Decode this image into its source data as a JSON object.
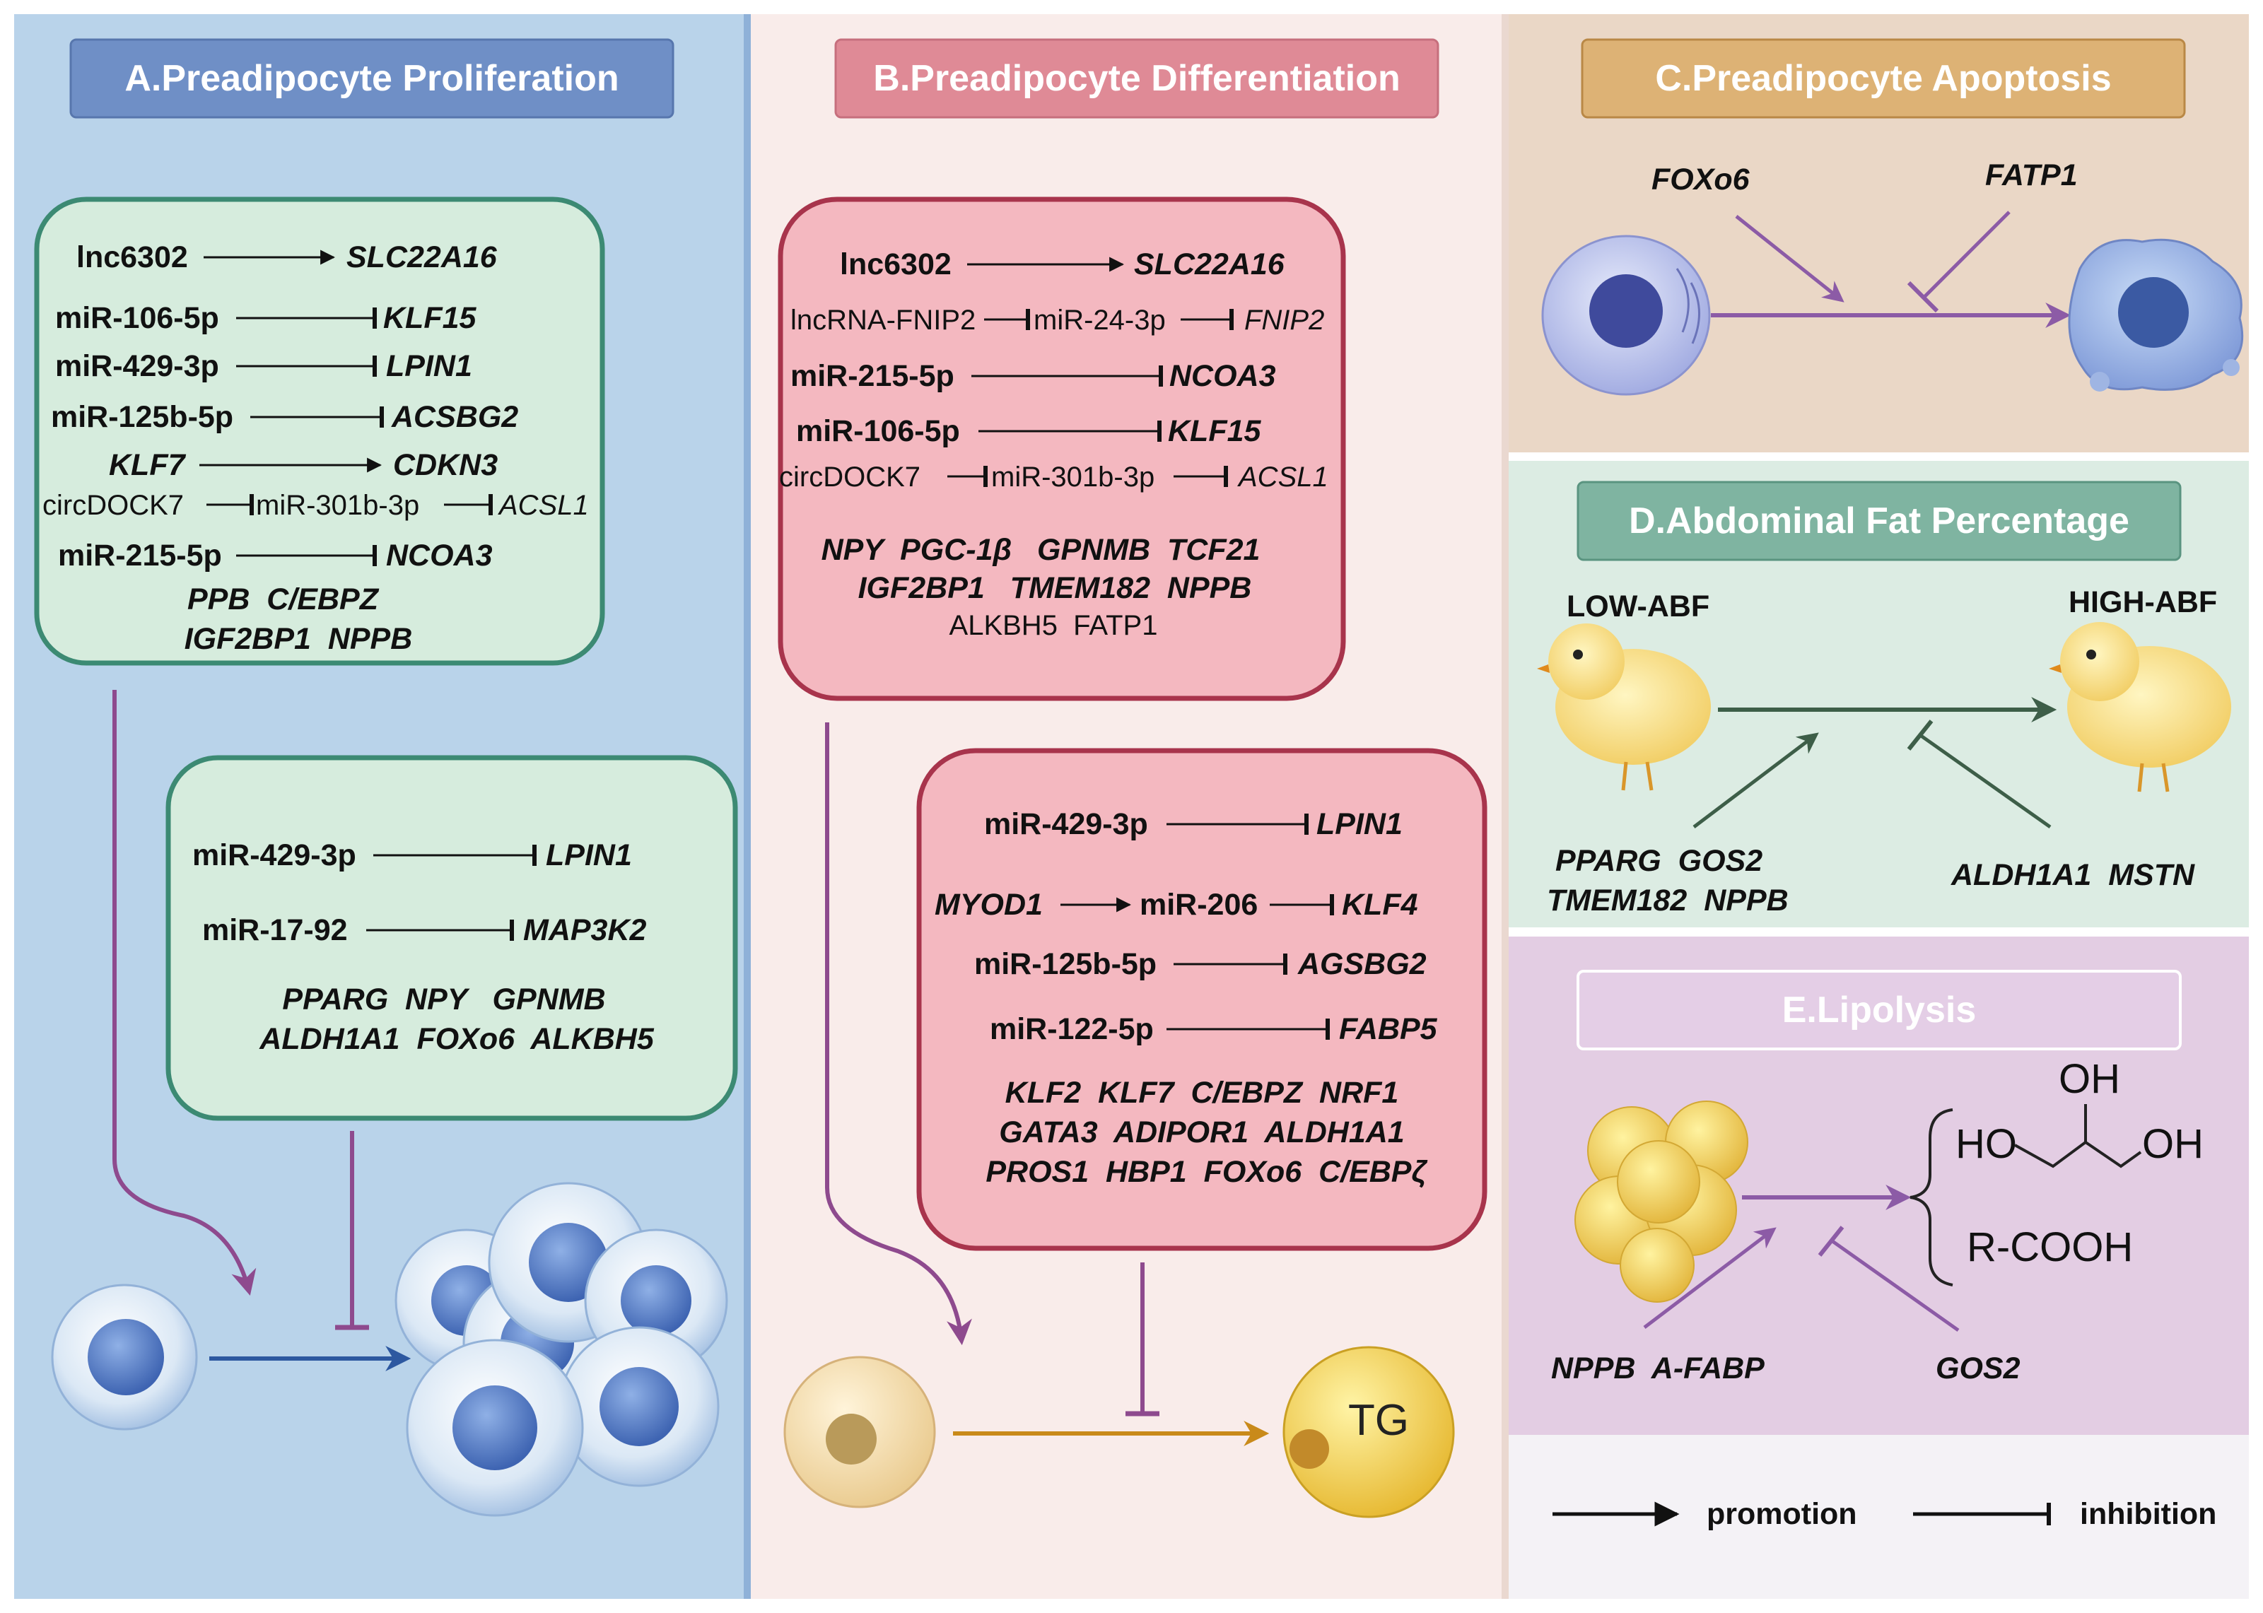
{
  "panels": {
    "a": {
      "title": "A.Preadipocyte Proliferation",
      "box1": {
        "rows": [
          {
            "from": "lnc6302",
            "to": "SLC22A16"
          },
          {
            "from": "miR-106-5p",
            "to": "KLF15"
          },
          {
            "from": "miR-429-3p",
            "to": "LPIN1"
          },
          {
            "from": "miR-125b-5p",
            "to": "ACSBG2"
          },
          {
            "from": "KLF7",
            "to": "CDKN3"
          },
          {
            "from": "circDOCK7",
            "mid": "miR-301b-3p",
            "to": "ACSL1"
          },
          {
            "from": "miR-215-5p",
            "to": "NCOA3"
          }
        ],
        "genes": [
          "PPB  C/EBPZ",
          "IGF2BP1  NPPB"
        ]
      },
      "box2": {
        "rows": [
          {
            "from": "miR-429-3p",
            "to": "LPIN1"
          },
          {
            "from": "miR-17-92",
            "to": "MAP3K2"
          }
        ],
        "genes": [
          "PPARG  NPY   GPNMB",
          "ALDH1A1  FOXo6  ALKBH5"
        ]
      }
    },
    "b": {
      "title": "B.Preadipocyte Differentiation",
      "box1": {
        "rows": [
          {
            "from": "lnc6302",
            "to": "SLC22A16"
          },
          {
            "from": "lncRNA-FNIP2",
            "mid": "miR-24-3p",
            "to": "FNIP2"
          },
          {
            "from": "miR-215-5p",
            "to": "NCOA3"
          },
          {
            "from": "miR-106-5p",
            "to": "KLF15"
          },
          {
            "from": "circDOCK7",
            "mid": "miR-301b-3p",
            "to": "ACSL1"
          }
        ],
        "genes": [
          "NPY  PGC-1β   GPNMB  TCF21",
          "IGF2BP1   TMEM182  NPPB"
        ],
        "genes_plain": "ALKBH5  FATP1"
      },
      "box2": {
        "rows": [
          {
            "from": "miR-429-3p",
            "to": "LPIN1"
          },
          {
            "from": "MYOD1",
            "mid": "miR-206",
            "to": "KLF4"
          },
          {
            "from": "miR-125b-5p",
            "to": "AGSBG2"
          },
          {
            "from": "miR-122-5p",
            "to": "FABP5"
          }
        ],
        "genes": [
          "KLF2  KLF7  C/EBPZ  NRF1",
          "GATA3  ADIPOR1  ALDH1A1",
          "PROS1  HBP1  FOXo6  C/EBPζ"
        ]
      },
      "tg_label": "TG"
    },
    "c": {
      "title": "C.Preadipocyte Apoptosis",
      "promoter": "FOXo6",
      "inhibitor": "FATP1"
    },
    "d": {
      "title": "D.Abdominal Fat Percentage",
      "low": "LOW-ABF",
      "high": "HIGH-ABF",
      "promoters": [
        "PPARG  GOS2",
        "TMEM182  NPPB"
      ],
      "inhibitors": "ALDH1A1  MSTN"
    },
    "e": {
      "title": "E.Lipolysis",
      "oh_top": "OH",
      "ho_left": "HO",
      "oh_right": "OH",
      "acid": "R-COOH",
      "promoters": "NPPB  A-FABP",
      "inhibitor": "GOS2"
    }
  },
  "legend": {
    "promotion": "promotion",
    "inhibition": "inhibition"
  },
  "colors": {
    "panel_a_bg": "#b9d3ea",
    "panel_b_bg": "#f9ecea",
    "panel_c_bg": "#ead7c6",
    "panel_d_bg": "#dcece3",
    "panel_e_bg": "#e3cde3",
    "header_a": "#6f8fc6",
    "header_b": "#df8a96",
    "header_c": "#ddb275",
    "header_d": "#7fb4a1",
    "header_e": "#e4cee6",
    "box_green_border": "#3c8a73",
    "box_green_fill": "#d6ecdd",
    "box_red_border": "#a8344c",
    "box_red_fill": "#f4b8c0",
    "arrow_purple": "#8e4a8e",
    "arrow_blue": "#2d58a0",
    "arrow_orange": "#c98a1a",
    "arrow_green": "#3d5e48",
    "arrow_violet": "#8c5ba6"
  }
}
